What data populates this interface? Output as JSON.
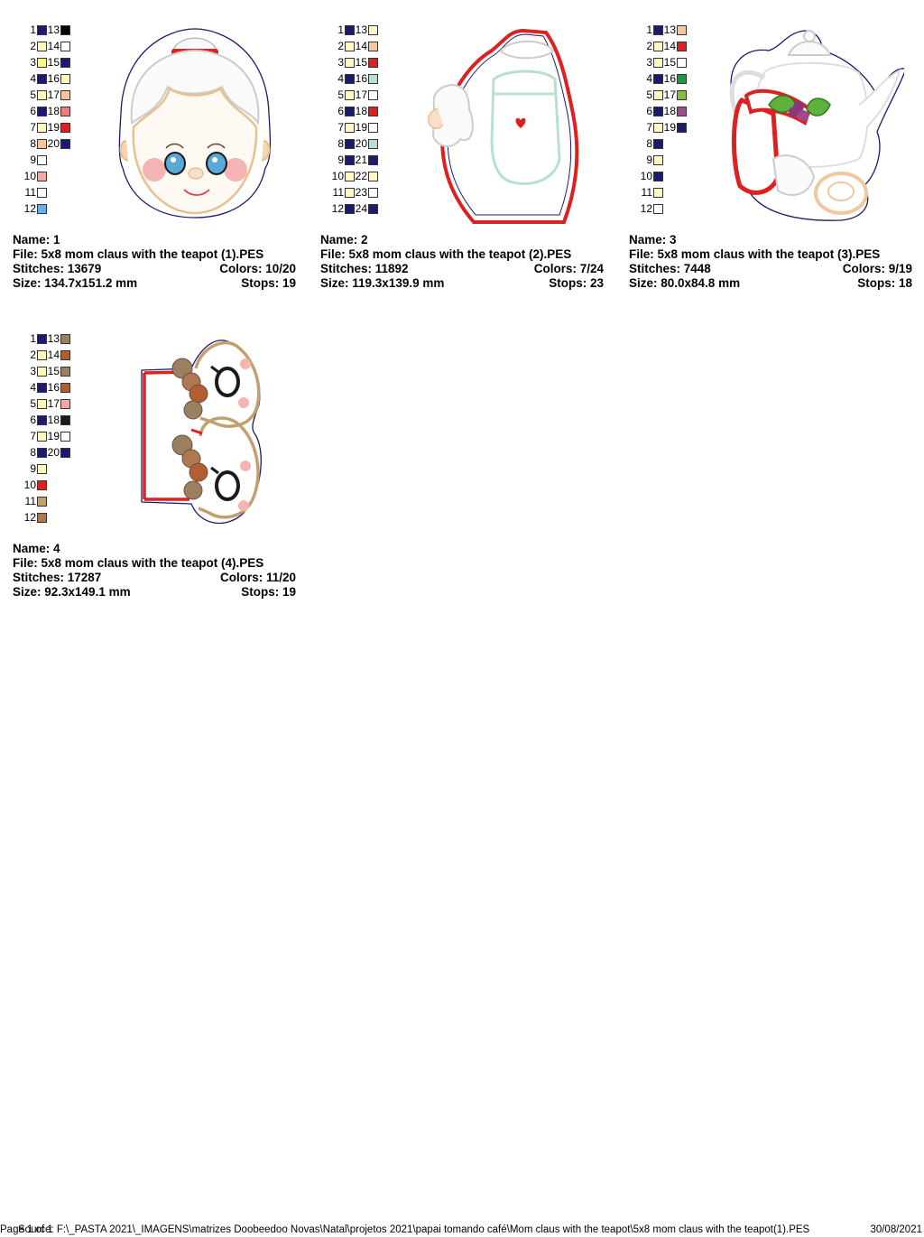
{
  "designs": [
    {
      "name": "Name: 1",
      "file": "File: 5x8 mom claus with the teapot (1).PES",
      "stitches": "Stitches: 13679",
      "colors": "Colors: 10/20",
      "size": "Size: 134.7x151.2 mm",
      "stops": "Stops: 19",
      "left": [
        "#1a1a6e",
        "#fff8c0",
        "#ffff88",
        "#1a1a6e",
        "#fff8c0",
        "#1a1a6e",
        "#fff8c0",
        "#f5c6a0",
        "#ffffff",
        "#f4a8a8",
        "#ffffff",
        "#6ab0e8"
      ],
      "right": [
        "#000000",
        "#ffffff",
        "#1a1a6e",
        "#fff8c0",
        "#f5c6a0",
        "#e88080",
        "#dd2020",
        "#1a1a6e"
      ]
    },
    {
      "name": "Name: 2",
      "file": "File: 5x8 mom claus with the teapot (2).PES",
      "stitches": "Stitches: 11892",
      "colors": "Colors: 7/24",
      "size": "Size: 119.3x139.9 mm",
      "stops": "Stops: 23",
      "left": [
        "#1a1a6e",
        "#fff8c0",
        "#fff8c0",
        "#1a1a6e",
        "#fff8c0",
        "#1a1a6e",
        "#fff8c0",
        "#1a1a6e",
        "#1a1a6e",
        "#fff8c0",
        "#fff8c0",
        "#1a1a6e"
      ],
      "right": [
        "#fff8c0",
        "#f5c6a0",
        "#dd2020",
        "#b8e0d0",
        "#ffffff",
        "#dd2020",
        "#ffffff",
        "#b8e0d0",
        "#1a1a6e",
        "#fff8c0",
        "#ffffff",
        "#1a1a6e"
      ]
    },
    {
      "name": "Name: 3",
      "file": "File: 5x8 mom claus with the teapot (3).PES",
      "stitches": "Stitches: 7448",
      "colors": "Colors: 9/19",
      "size": "Size: 80.0x84.8 mm",
      "stops": "Stops: 18",
      "left": [
        "#1a1a6e",
        "#fff8c0",
        "#fff8c0",
        "#1a1a6e",
        "#fff8c0",
        "#1a1a6e",
        "#fff8c0",
        "#1a1a6e",
        "#fff8c0",
        "#1a1a6e",
        "#fff8c0",
        "#ffffff"
      ],
      "right": [
        "#f5c6a0",
        "#dd2020",
        "#ffffff",
        "#1a9a40",
        "#80c040",
        "#a04890",
        "#1a1a6e"
      ]
    },
    {
      "name": "Name: 4",
      "file": "File: 5x8 mom claus with the teapot (4).PES",
      "stitches": "Stitches: 17287",
      "colors": "Colors: 11/20",
      "size": "Size: 92.3x149.1 mm",
      "stops": "Stops: 19",
      "left": [
        "#1a1a6e",
        "#fff8c0",
        "#fff8c0",
        "#1a1a6e",
        "#fff8c0",
        "#1a1a6e",
        "#fff8c0",
        "#1a1a6e",
        "#fff8c0",
        "#dd2020",
        "#c0a070",
        "#b07850"
      ],
      "right": [
        "#9a8060",
        "#b06030",
        "#9a8060",
        "#b06030",
        "#f4a8a8",
        "#1a1a1a",
        "#ffffff",
        "#1a1a6e"
      ]
    }
  ],
  "footer": {
    "page": "Page 1 of 1",
    "source": "Source: F:\\_PASTA 2021\\_IMAGENS\\matrizes Doobeedoo Novas\\Natal\\projetos 2021\\papai tomando café\\Mom claus with the teapot\\5x8 mom claus with the teapot(1).PES",
    "date": "30/08/2021"
  }
}
